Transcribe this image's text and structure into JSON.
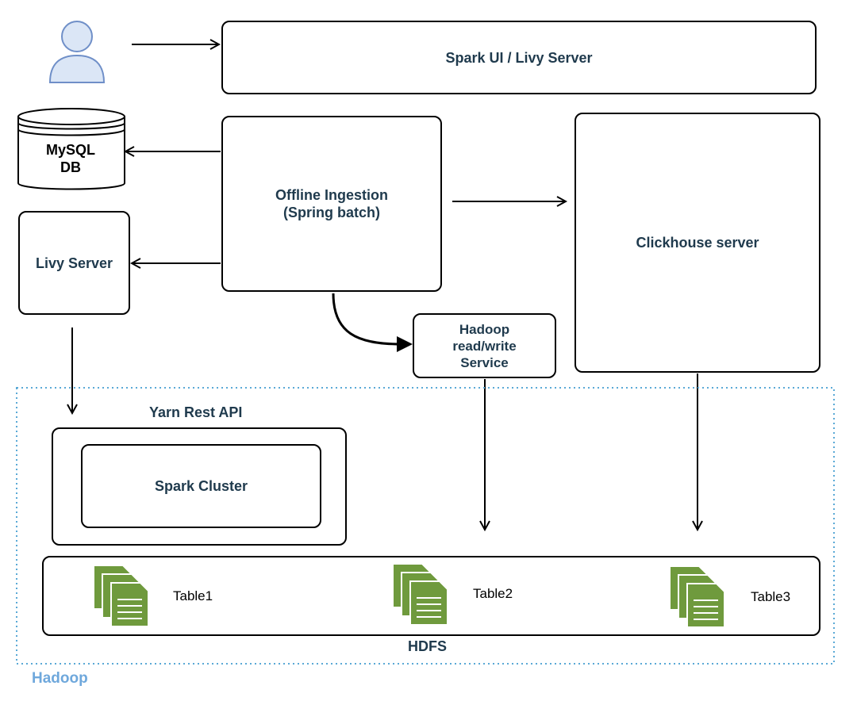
{
  "nodes": {
    "spark_ui": "Spark UI / Livy Server",
    "mysql": "MySQL\nDB",
    "offline": "Offline Ingestion\n(Spring batch)",
    "clickhouse": "Clickhouse server",
    "livy": "Livy Server",
    "hadoop_rw": "Hadoop\nread/write\nService",
    "yarn": "Yarn Rest API",
    "spark_cluster": "Spark Cluster",
    "hdfs": "HDFS",
    "hadoop": "Hadoop"
  },
  "tables": [
    "Table1",
    "Table2",
    "Table3"
  ],
  "colors": {
    "text": "#1f3a4d",
    "hadoop_label": "#6fa8dc",
    "dotted_border": "#5aa9d6",
    "file_icon": "#6f9a3d"
  },
  "icons": {
    "user": "user-icon",
    "database": "database-icon",
    "table_file": "table-file-icon"
  }
}
